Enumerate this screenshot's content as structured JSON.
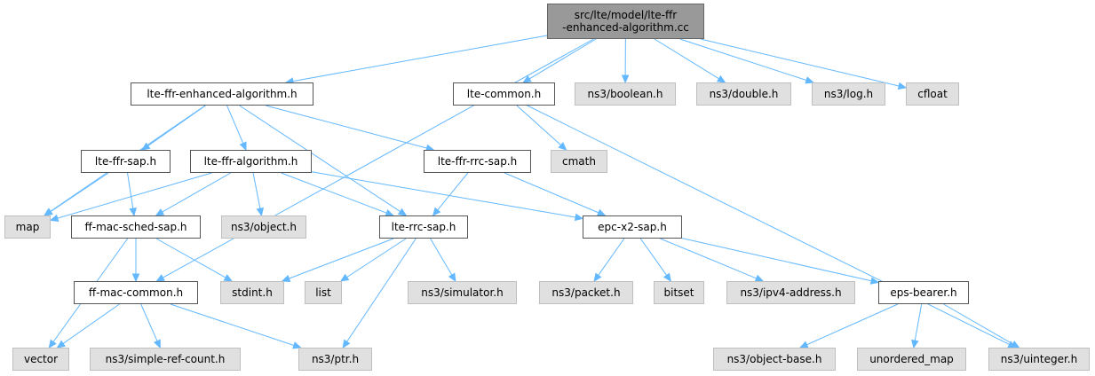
{
  "graph": {
    "root": {
      "line1": "src/lte/model/lte-ffr",
      "line2": "-enhanced-algorithm.cc"
    },
    "nodes": {
      "lte_ffr_enhanced_algorithm_h": "lte-ffr-enhanced-algorithm.h",
      "lte_common_h": "lte-common.h",
      "ns3_boolean_h": "ns3/boolean.h",
      "ns3_double_h": "ns3/double.h",
      "ns3_log_h": "ns3/log.h",
      "cfloat": "cfloat",
      "lte_ffr_sap_h": "lte-ffr-sap.h",
      "lte_ffr_algorithm_h": "lte-ffr-algorithm.h",
      "lte_ffr_rrc_sap_h": "lte-ffr-rrc-sap.h",
      "cmath": "cmath",
      "map": "map",
      "ff_mac_sched_sap_h": "ff-mac-sched-sap.h",
      "ns3_object_h": "ns3/object.h",
      "lte_rrc_sap_h": "lte-rrc-sap.h",
      "epc_x2_sap_h": "epc-x2-sap.h",
      "ff_mac_common_h": "ff-mac-common.h",
      "stdint_h": "stdint.h",
      "list": "list",
      "ns3_simulator_h": "ns3/simulator.h",
      "ns3_packet_h": "ns3/packet.h",
      "bitset": "bitset",
      "ns3_ipv4_address_h": "ns3/ipv4-address.h",
      "eps_bearer_h": "eps-bearer.h",
      "vector": "vector",
      "ns3_simple_ref_count_h": "ns3/simple-ref-count.h",
      "ns3_ptr_h": "ns3/ptr.h",
      "ns3_object_base_h": "ns3/object-base.h",
      "unordered_map": "unordered_map",
      "ns3_uinteger_h": "ns3/uinteger.h"
    },
    "edges": [
      [
        "root",
        "lte_ffr_enhanced_algorithm_h"
      ],
      [
        "root",
        "lte_common_h"
      ],
      [
        "root",
        "ns3_boolean_h"
      ],
      [
        "root",
        "ns3_double_h"
      ],
      [
        "root",
        "ns3_log_h"
      ],
      [
        "root",
        "cfloat"
      ],
      [
        "root",
        "ff_mac_common_h"
      ],
      [
        "lte_ffr_enhanced_algorithm_h",
        "map"
      ],
      [
        "lte_ffr_enhanced_algorithm_h",
        "lte_ffr_sap_h"
      ],
      [
        "lte_ffr_enhanced_algorithm_h",
        "lte_ffr_algorithm_h"
      ],
      [
        "lte_ffr_enhanced_algorithm_h",
        "lte_ffr_rrc_sap_h"
      ],
      [
        "lte_ffr_enhanced_algorithm_h",
        "lte_rrc_sap_h"
      ],
      [
        "lte_common_h",
        "cmath"
      ],
      [
        "lte_common_h",
        "ns3_uinteger_h"
      ],
      [
        "lte_ffr_sap_h",
        "map"
      ],
      [
        "lte_ffr_sap_h",
        "ff_mac_sched_sap_h"
      ],
      [
        "lte_ffr_algorithm_h",
        "map"
      ],
      [
        "lte_ffr_algorithm_h",
        "ff_mac_sched_sap_h"
      ],
      [
        "lte_ffr_algorithm_h",
        "ns3_object_h"
      ],
      [
        "lte_ffr_algorithm_h",
        "lte_rrc_sap_h"
      ],
      [
        "lte_ffr_algorithm_h",
        "epc_x2_sap_h"
      ],
      [
        "lte_ffr_rrc_sap_h",
        "lte_rrc_sap_h"
      ],
      [
        "lte_ffr_rrc_sap_h",
        "epc_x2_sap_h"
      ],
      [
        "ff_mac_sched_sap_h",
        "ff_mac_common_h"
      ],
      [
        "ff_mac_sched_sap_h",
        "stdint_h"
      ],
      [
        "ff_mac_sched_sap_h",
        "vector"
      ],
      [
        "lte_rrc_sap_h",
        "stdint_h"
      ],
      [
        "lte_rrc_sap_h",
        "list"
      ],
      [
        "lte_rrc_sap_h",
        "ns3_simulator_h"
      ],
      [
        "lte_rrc_sap_h",
        "ns3_ptr_h"
      ],
      [
        "epc_x2_sap_h",
        "ns3_packet_h"
      ],
      [
        "epc_x2_sap_h",
        "bitset"
      ],
      [
        "epc_x2_sap_h",
        "ns3_ipv4_address_h"
      ],
      [
        "epc_x2_sap_h",
        "eps_bearer_h"
      ],
      [
        "ff_mac_common_h",
        "vector"
      ],
      [
        "ff_mac_common_h",
        "ns3_simple_ref_count_h"
      ],
      [
        "ff_mac_common_h",
        "ns3_ptr_h"
      ],
      [
        "eps_bearer_h",
        "ns3_object_base_h"
      ],
      [
        "eps_bearer_h",
        "unordered_map"
      ],
      [
        "eps_bearer_h",
        "ns3_uinteger_h"
      ]
    ],
    "colors": {
      "edge": "#63b8ff",
      "root_fill": "#999999",
      "project_file_fill": "#ffffff",
      "external_fill": "#e0e0e0"
    }
  }
}
